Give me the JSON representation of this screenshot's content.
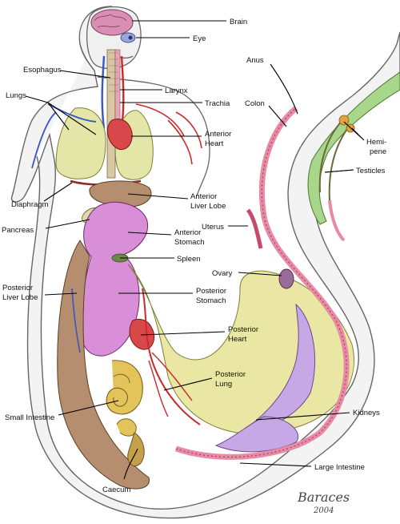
{
  "labels": {
    "brain": "Brain",
    "eye": "Eye",
    "esophagus": "Esophagus",
    "larynx": "Larynx",
    "lungs": "Lungs",
    "trachia": "Trachia",
    "anterior_heart_1": "Anterior",
    "anterior_heart_2": "Heart",
    "diaphragm": "Diaphragm",
    "anterior_liver_1": "Anterior",
    "anterior_liver_2": "Liver Lobe",
    "pancreas": "Pancreas",
    "anterior_stomach_1": "Anterior",
    "anterior_stomach_2": "Stomach",
    "spleen": "Spleen",
    "posterior_liver_1": "Posterior",
    "posterior_liver_2": "Liver Lobe",
    "posterior_stomach_1": "Posterior",
    "posterior_stomach_2": "Stomach",
    "posterior_heart_1": "Posterior",
    "posterior_heart_2": "Heart",
    "posterior_lung_1": "Posterior",
    "posterior_lung_2": "Lung",
    "small_intestine": "Small Intestine",
    "caecum": "Caecum",
    "anus": "Anus",
    "colon": "Colon",
    "hemipene_1": "Hemi-",
    "hemipene_2": "pene",
    "testicles": "Testicles",
    "uterus": "Uterus",
    "ovary": "Ovary",
    "kidneys": "Kidneys",
    "large_intestine": "Large Intestine"
  },
  "signature": {
    "name": "Baraces",
    "year": "2004"
  },
  "colors": {
    "body_fill": "#f5f5f5",
    "body_outline": "#555555",
    "brain": "#d98fb4",
    "lung": "#e4e6a8",
    "liver": "#b48e6e",
    "stomach": "#d98fd8",
    "heart": "#d8484a",
    "intestine": "#e3c45a",
    "kidney": "#c7a8e6",
    "colon": "#e98aa4",
    "tail_green": "#a8d68a",
    "artery": "#cc2a2a",
    "vein": "#3a55c8"
  }
}
